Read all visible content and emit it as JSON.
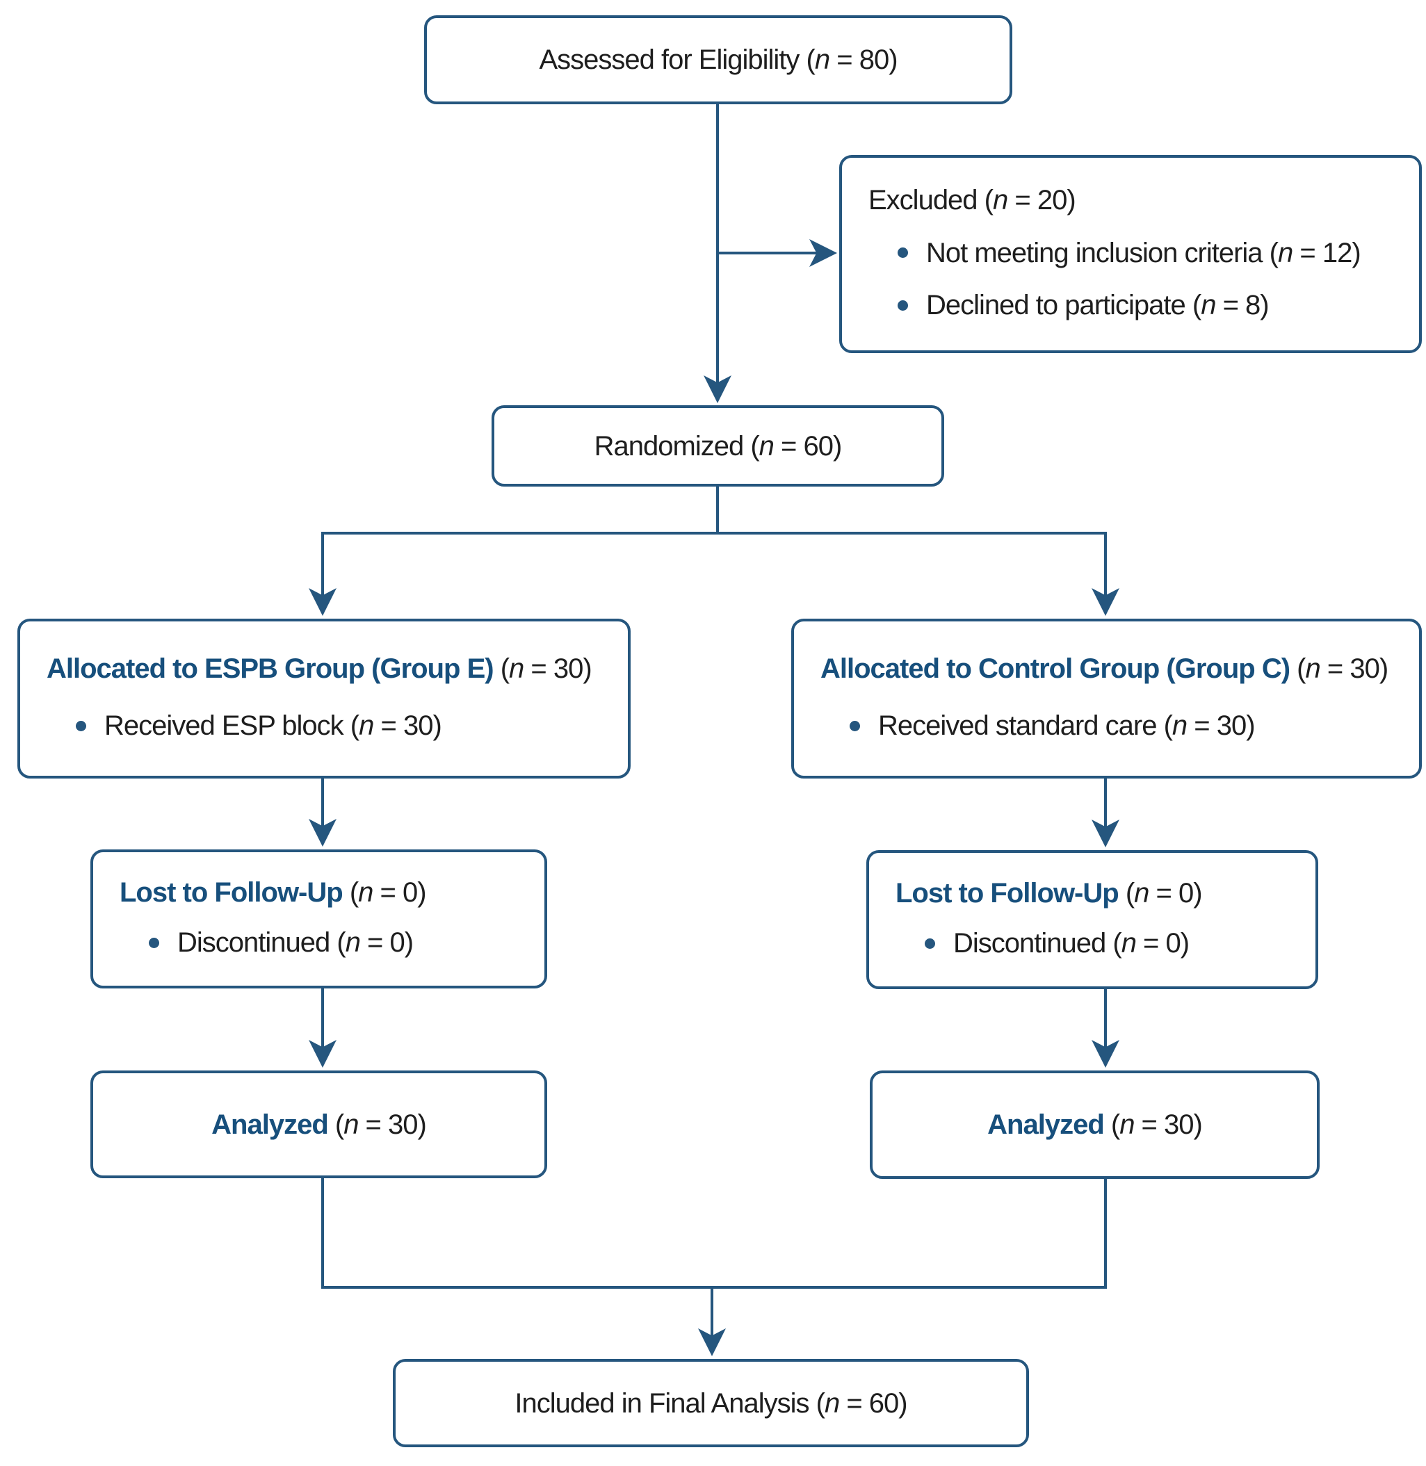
{
  "diagram": {
    "background_color": "#ffffff",
    "line_color": "#25567e",
    "strong_text_color": "#174f7c",
    "body_text_color": "#1e1e1e",
    "bullet_icon": "dot",
    "boxes": {
      "assessed": {
        "line": [
          {
            "t": "Assessed for Eligibility ("
          },
          {
            "t": "n",
            "s": "i"
          },
          {
            "t": " = 80)"
          }
        ]
      },
      "excluded": {
        "title": [
          {
            "t": "Excluded ("
          },
          {
            "t": "n",
            "s": "i"
          },
          {
            "t": " = 20)"
          }
        ],
        "bullets": [
          [
            {
              "t": "Not meeting inclusion criteria ("
            },
            {
              "t": "n",
              "s": "i"
            },
            {
              "t": " = 12)"
            }
          ],
          [
            {
              "t": "Declined to participate ("
            },
            {
              "t": "n",
              "s": "i"
            },
            {
              "t": " = 8)"
            }
          ]
        ]
      },
      "randomized": {
        "line": [
          {
            "t": "Randomized ("
          },
          {
            "t": "n",
            "s": "i"
          },
          {
            "t": " = 60)"
          }
        ]
      },
      "alloc_espb": {
        "title": [
          {
            "t": "Allocated to ESPB Group (Group E)",
            "s": "b"
          },
          {
            "t": " ("
          },
          {
            "t": "n",
            "s": "i"
          },
          {
            "t": " = 30)"
          }
        ],
        "bullets": [
          [
            {
              "t": "Received ESP block ("
            },
            {
              "t": "n",
              "s": "i"
            },
            {
              "t": " = 30)"
            }
          ]
        ]
      },
      "alloc_control": {
        "title": [
          {
            "t": "Allocated to Control Group (Group C)",
            "s": "b"
          },
          {
            "t": " ("
          },
          {
            "t": "n",
            "s": "i"
          },
          {
            "t": " = 30)"
          }
        ],
        "bullets": [
          [
            {
              "t": "Received standard care ("
            },
            {
              "t": "n",
              "s": "i"
            },
            {
              "t": " = 30)"
            }
          ]
        ]
      },
      "lost_espb": {
        "title": [
          {
            "t": "Lost to Follow-Up",
            "s": "b"
          },
          {
            "t": " ("
          },
          {
            "t": "n",
            "s": "i"
          },
          {
            "t": " = 0)"
          }
        ],
        "bullets": [
          [
            {
              "t": "Discontinued ("
            },
            {
              "t": "n",
              "s": "i"
            },
            {
              "t": " = 0)"
            }
          ]
        ]
      },
      "lost_control": {
        "title": [
          {
            "t": "Lost to Follow-Up",
            "s": "b"
          },
          {
            "t": " ("
          },
          {
            "t": "n",
            "s": "i"
          },
          {
            "t": " = 0)"
          }
        ],
        "bullets": [
          [
            {
              "t": "Discontinued ("
            },
            {
              "t": "n",
              "s": "i"
            },
            {
              "t": " = 0)"
            }
          ]
        ]
      },
      "analyzed_espb": {
        "line": [
          {
            "t": "Analyzed",
            "s": "b"
          },
          {
            "t": " ("
          },
          {
            "t": "n",
            "s": "i"
          },
          {
            "t": " = 30)"
          }
        ]
      },
      "analyzed_control": {
        "line": [
          {
            "t": "Analyzed",
            "s": "b"
          },
          {
            "t": " ("
          },
          {
            "t": "n",
            "s": "i"
          },
          {
            "t": " = 30)"
          }
        ]
      },
      "final": {
        "line": [
          {
            "t": "Included in Final Analysis ("
          },
          {
            "t": "n",
            "s": "i"
          },
          {
            "t": " = 60)"
          }
        ]
      }
    }
  }
}
